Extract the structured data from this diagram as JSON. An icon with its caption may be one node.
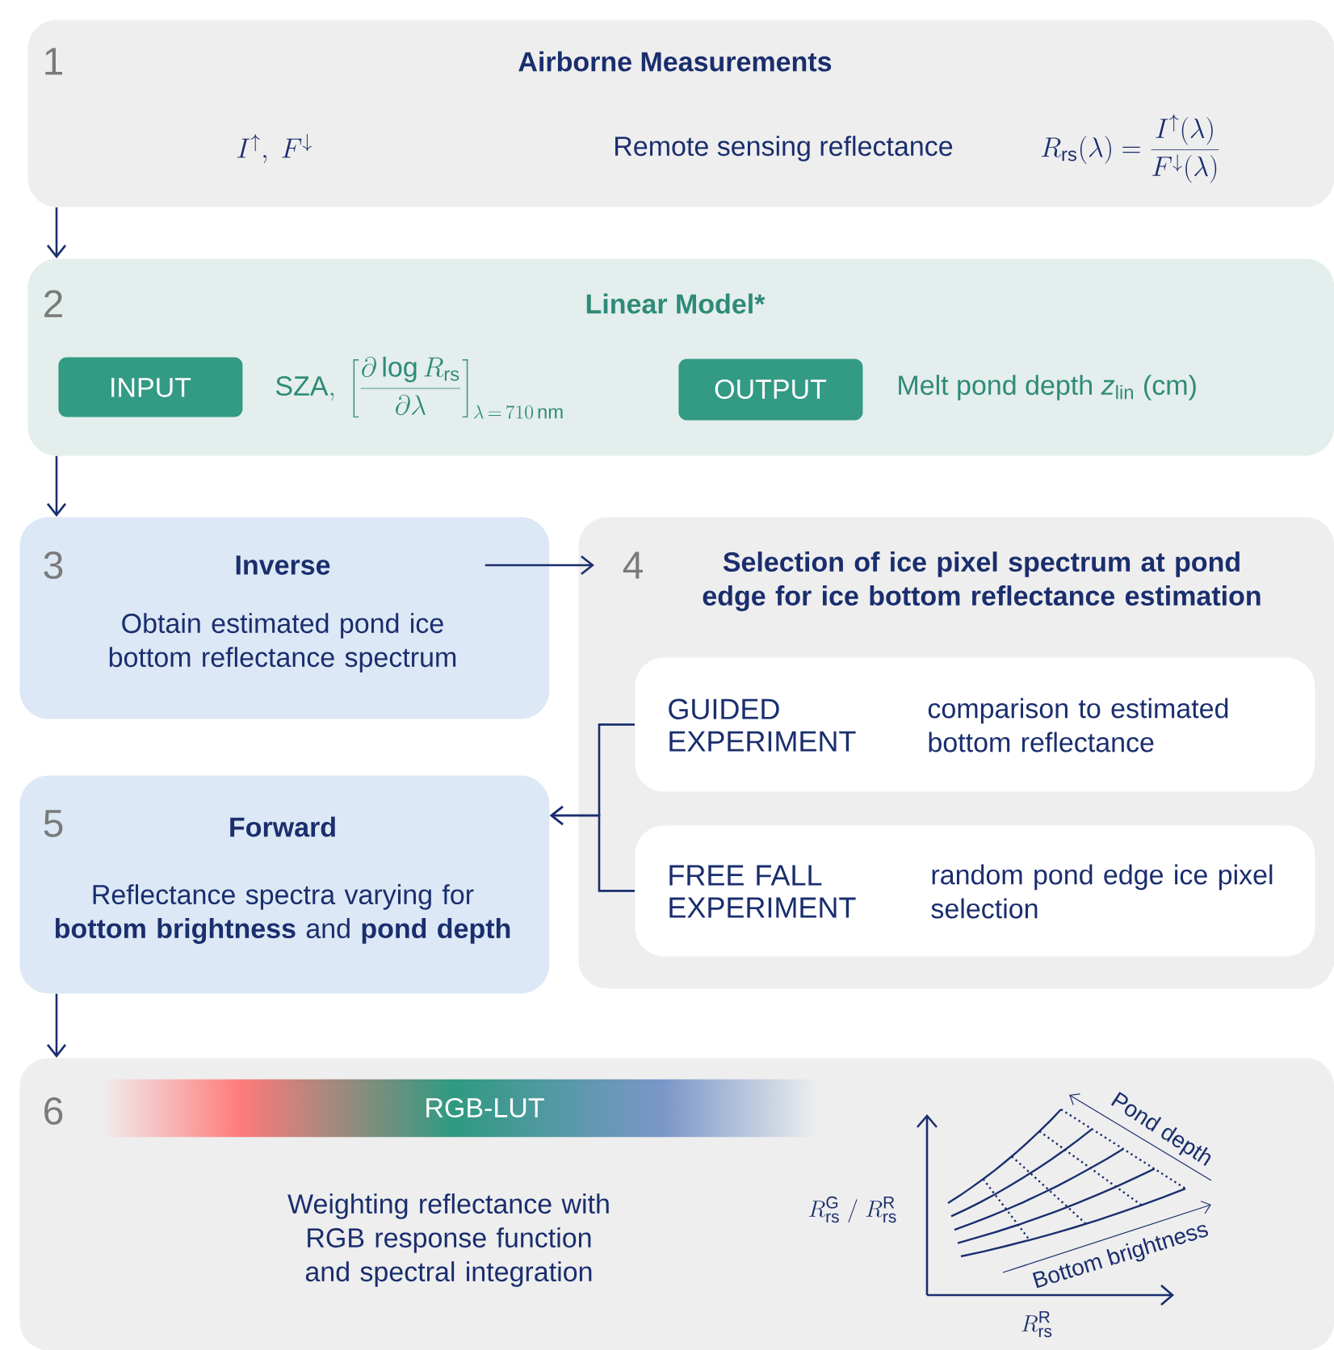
{
  "diagram": {
    "nodes": [
      {
        "text": [
          "1",
          "Airborne Measurements",
          "I^{\\uparrow},\\ F^{\\downarrow}",
          "Remote sensing reflectance",
          "R_{\\mathrm{rs}}(\\lambda) = \\frac{I^{\\uparrow}(\\lambda)}{F^{\\downarrow}(\\lambda)}"
        ]
      },
      {
        "text": [
          "2",
          "Linear Model*",
          "\\mathrm{SZA},\\ \\left[\\frac{\\partial \\log R_{\\mathrm{rs}}}{\\partial \\lambda}\\right]_{\\lambda\\,=\\,710\\,\\mathrm{nm}}",
          "Melt pond depth *z*$_{lin}$ (cm)"
        ]
      },
      {
        "text": [
          "INPUT"
        ],
        "in": 1
      },
      {
        "text": [
          "OUTPUT"
        ],
        "in": 1
      },
      {
        "text": [
          "3",
          "Inverse",
          "Obtain estimated pond ice bottom reflectance spectrum"
        ]
      },
      {
        "text": [
          "4",
          "Selection of ice pixel spectrum at pond edge for ice bottom reflectance estimation"
        ]
      },
      {
        "text": [
          "GUIDED EXPERIMENT",
          "comparison to estimated bottom reflectance"
        ],
        "in": 5
      },
      {
        "text": [
          "FREE FALL EXPERIMENT",
          "random pond edge ice pixel selection"
        ],
        "in": 5
      },
      {
        "text": [
          "5",
          "Forward",
          "Reflectance spectra varying for **bottom brightness** and **pond depth**"
        ]
      },
      {
        "text": [
          "6",
          "Weighting reflectance with RGB response function and spectral integration"
        ]
      },
      {
        "text": [
          "RGB-LUT"
        ],
        "in": 9
      }
    ],
    "edges": [
      {
        "from": 0,
        "to": 1,
        "arrow": "to"
      },
      {
        "from": 1,
        "to": 4,
        "arrow": "to"
      },
      {
        "from": 4,
        "to": 5,
        "arrow": "to"
      },
      {
        "from": 6,
        "to": 8,
        "arrow": "to"
      },
      {
        "from": 7,
        "to": 8,
        "arrow": "to"
      },
      {
        "from": 8,
        "to": 9,
        "arrow": "to"
      }
    ],
    "labels": [
      "R^{\\mathrm{G}}_{\\mathrm{rs}}\\ /\\ R^{\\mathrm{R}}_{\\mathrm{rs}}",
      "R^{\\mathrm{R}}_{\\mathrm{rs}}",
      "Pond depth",
      "Bottom brightness"
    ]
  }
}
